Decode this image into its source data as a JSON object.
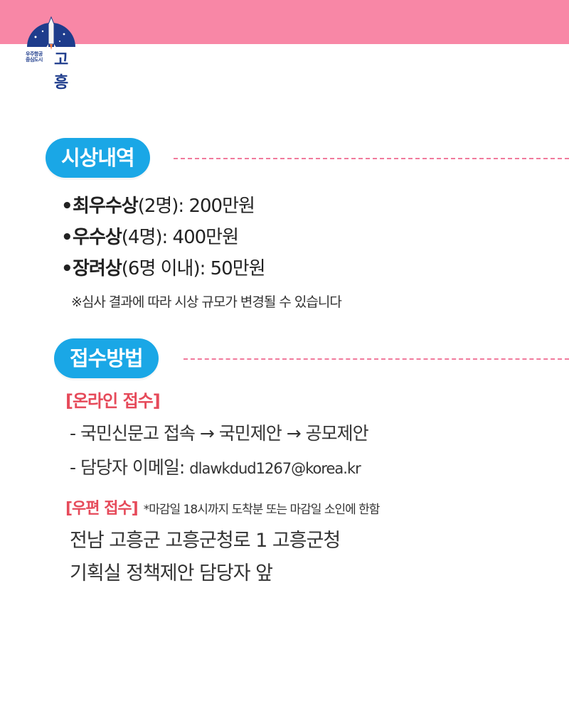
{
  "header": {
    "logo_small": "우주항공\n중심도시",
    "logo_big": "고흥",
    "colors": {
      "bar": "#f887a6",
      "pill": "#1aa7e6",
      "accent_red": "#e64a5a",
      "dash": "#f17a9c"
    },
    "icon": "rocket-logo-icon"
  },
  "awards": {
    "title": "시상내역",
    "items": [
      {
        "bullet": "•",
        "name": "최우수상",
        "detail": "(2명): 200만원"
      },
      {
        "bullet": "•",
        "name": "우수상",
        "detail": "(4명): 400만원"
      },
      {
        "bullet": "•",
        "name": "장려상",
        "detail": "(6명 이내): 50만원"
      }
    ],
    "note": "※심사 결과에 따라 시상 규모가 변경될 수 있습니다"
  },
  "method": {
    "title": "접수방법",
    "online_label": "[온라인 접수]",
    "online_lines": [
      "- 국민신문고 접속 → 국민제안 → 공모제안",
      "- 담당자 이메일: "
    ],
    "email": "dlawkdud1267@korea.kr",
    "mail_label": "[우편 접수]",
    "mail_note": "*마감일 18시까지 도착분 또는 마감일 소인에 한함",
    "address_lines": [
      "전남 고흥군 고흥군청로 1 고흥군청",
      "기획실 정책제안 담당자 앞"
    ]
  }
}
